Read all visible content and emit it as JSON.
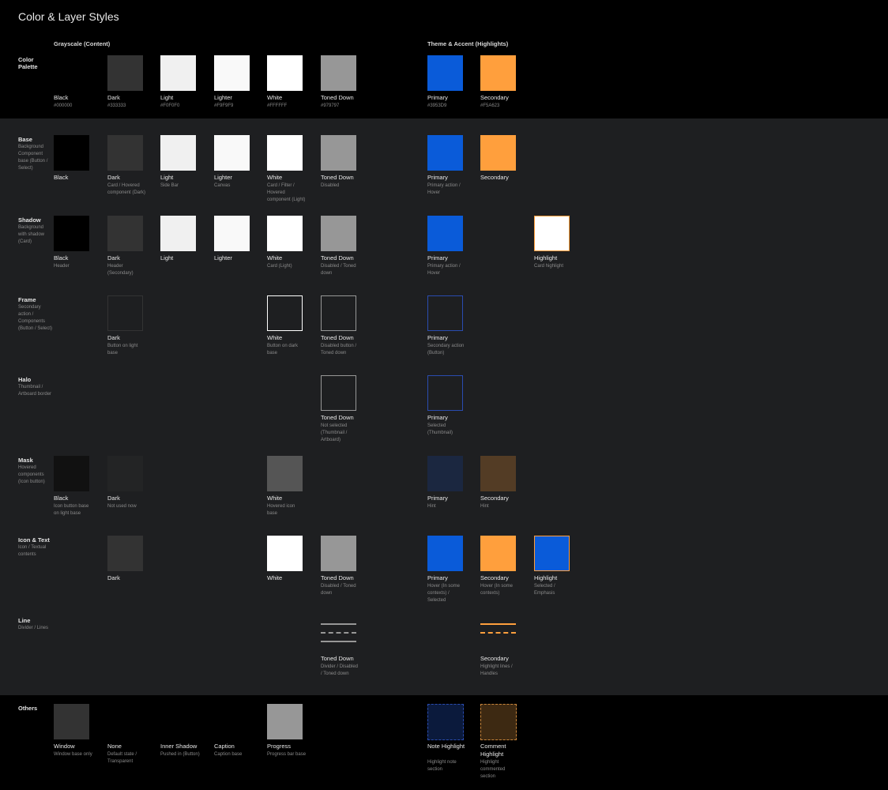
{
  "title": "Color & Layer Styles",
  "groups": {
    "grayscale": "Grayscale (Content)",
    "theme": "Theme & Accent (Highlights)"
  },
  "colors": {
    "page_bg": "#000000",
    "panel_bg": "#1E1F21",
    "black": "#000000",
    "dark": "#333333",
    "light": "#F0F0F0",
    "lighter": "#F9F9F9",
    "white": "#FFFFFF",
    "toned_down": "#979797",
    "primary": "#3953D9",
    "secondary": "#F5A623"
  },
  "rows": [
    {
      "key": "palette",
      "title": "Color Palette",
      "desc": "",
      "items": [
        {
          "col": 0,
          "label": "Black",
          "sub": "#000000",
          "fill": "#000000"
        },
        {
          "col": 1,
          "label": "Dark",
          "sub": "#333333",
          "fill": "#333333"
        },
        {
          "col": 2,
          "label": "Light",
          "sub": "#F0F0F0",
          "fill": "#F0F0F0"
        },
        {
          "col": 3,
          "label": "Lighter",
          "sub": "#F9F9F9",
          "fill": "#F9F9F9"
        },
        {
          "col": 4,
          "label": "White",
          "sub": "#FFFFFF",
          "fill": "#FFFFFF"
        },
        {
          "col": 5,
          "label": "Toned Down",
          "sub": "#979797",
          "fill": "#979797"
        },
        {
          "col": 7,
          "label": "Primary",
          "sub": "#3953D9",
          "fill": "#0A5BD9"
        },
        {
          "col": 8,
          "label": "Secondary",
          "sub": "#F5A623",
          "fill": "#FF9F3D"
        }
      ]
    },
    {
      "key": "base",
      "title": "Base",
      "desc": "Background Component base (Button / Select)",
      "items": [
        {
          "col": 0,
          "label": "Black",
          "sub": "",
          "fill": "#000000"
        },
        {
          "col": 1,
          "label": "Dark",
          "sub": "Card / Hovered component (Dark)",
          "fill": "#333333"
        },
        {
          "col": 2,
          "label": "Light",
          "sub": "Side Bar",
          "fill": "#F0F0F0"
        },
        {
          "col": 3,
          "label": "Lighter",
          "sub": "Canvas",
          "fill": "#F9F9F9"
        },
        {
          "col": 4,
          "label": "White",
          "sub": "Card / Filter / Hovered component (Light)",
          "fill": "#FFFFFF"
        },
        {
          "col": 5,
          "label": "Toned Down",
          "sub": "Disabled",
          "fill": "#979797"
        },
        {
          "col": 7,
          "label": "Primary",
          "sub": "Primary action / Hover",
          "fill": "#0A5BD9"
        },
        {
          "col": 8,
          "label": "Secondary",
          "sub": "",
          "fill": "#FF9F3D"
        }
      ]
    },
    {
      "key": "shadow",
      "title": "Shadow",
      "desc": "Background with shadow (Card)",
      "items": [
        {
          "col": 0,
          "label": "Black",
          "sub": "Header",
          "fill": "#000000"
        },
        {
          "col": 1,
          "label": "Dark",
          "sub": "Header (Secondary)",
          "fill": "#333333"
        },
        {
          "col": 2,
          "label": "Light",
          "sub": "",
          "fill": "#F0F0F0"
        },
        {
          "col": 3,
          "label": "Lighter",
          "sub": "",
          "fill": "#F9F9F9"
        },
        {
          "col": 4,
          "label": "White",
          "sub": "Card (Light)",
          "fill": "#FFFFFF"
        },
        {
          "col": 5,
          "label": "Toned Down",
          "sub": "Disabled / Toned down",
          "fill": "#979797"
        },
        {
          "col": 7,
          "label": "Primary",
          "sub": "Primary action / Hover",
          "fill": "#0A5BD9"
        },
        {
          "col": 9,
          "label": "Highlight",
          "sub": "Card highlight",
          "fill": "#FFFFFF",
          "border": "#FF9F3D"
        }
      ]
    },
    {
      "key": "frame",
      "title": "Frame",
      "desc": "Secondary action / Components (Button / Select)",
      "items": [
        {
          "col": 1,
          "label": "Dark",
          "sub": "Button on light base",
          "fill": "#1E1F21",
          "border": "#333333"
        },
        {
          "col": 4,
          "label": "White",
          "sub": "Button on dark base",
          "fill": "#1E1F21",
          "border": "#FFFFFF"
        },
        {
          "col": 5,
          "label": "Toned Down",
          "sub": "Disabled button / Toned down",
          "fill": "#1E1F21",
          "border": "#979797"
        },
        {
          "col": 7,
          "label": "Primary",
          "sub": "Secondary action (Button)",
          "fill": "#1E1F21",
          "border": "#2A4CB0"
        }
      ]
    },
    {
      "key": "halo",
      "title": "Halo",
      "desc": "Thumbnail / Artboard border",
      "items": [
        {
          "col": 5,
          "label": "Toned Down",
          "sub": "Not selected (Thumbnail / Artboard)",
          "fill": "#1E1F21",
          "border": "#979797"
        },
        {
          "col": 7,
          "label": "Primary",
          "sub": "Selected (Thumbnail)",
          "fill": "#1E1F21",
          "border": "#2A4CB0"
        }
      ]
    },
    {
      "key": "mask",
      "title": "Mask",
      "desc": "Hovered components (Icon button)",
      "items": [
        {
          "col": 0,
          "label": "Black",
          "sub": "Icon button base on light base",
          "fill": "#111111"
        },
        {
          "col": 1,
          "label": "Dark",
          "sub": "Not used now",
          "fill": "#232425"
        },
        {
          "col": 4,
          "label": "White",
          "sub": "Hovered icon base",
          "fill": "#555555"
        },
        {
          "col": 7,
          "label": "Primary",
          "sub": "Hint",
          "fill": "#1B2740"
        },
        {
          "col": 8,
          "label": "Secondary",
          "sub": "Hint",
          "fill": "#533C25"
        }
      ]
    },
    {
      "key": "icontext",
      "title": "Icon & Text",
      "desc": "Icon / Textual contents",
      "items": [
        {
          "col": 1,
          "label": "Dark",
          "sub": "",
          "fill": "#333333"
        },
        {
          "col": 4,
          "label": "White",
          "sub": "",
          "fill": "#FFFFFF"
        },
        {
          "col": 5,
          "label": "Toned Down",
          "sub": "Disabled / Toned down",
          "fill": "#979797"
        },
        {
          "col": 7,
          "label": "Primary",
          "sub": "Hover (In some contexts) / Selected",
          "fill": "#0A5BD9"
        },
        {
          "col": 8,
          "label": "Secondary",
          "sub": "Hover (In some contexts)",
          "fill": "#FF9F3D"
        },
        {
          "col": 9,
          "label": "Highlight",
          "sub": "Selected / Emphasis",
          "fill": "#0A5BD9",
          "border": "#FF9F3D"
        }
      ]
    },
    {
      "key": "line",
      "title": "Line",
      "desc": "Divider / Lines",
      "items": [
        {
          "col": 5,
          "label": "Toned Down",
          "sub": "Divider / Disabled / Toned down",
          "lines": "#979797"
        },
        {
          "col": 8,
          "label": "Secondary",
          "sub": "Highlight lines / Handles",
          "lines": "#FF9F3D"
        }
      ]
    },
    {
      "key": "others",
      "title": "Others",
      "desc": "",
      "items": [
        {
          "col": 0,
          "label": "Window",
          "sub": "Window base only",
          "fill": "#333333"
        },
        {
          "col": 1,
          "label": "None",
          "sub": "Default state / Transparent"
        },
        {
          "col": 2,
          "label": "Inner Shadow",
          "sub": "Pushed in (Button)"
        },
        {
          "col": 3,
          "label": "Caption",
          "sub": "Caption base"
        },
        {
          "col": 4,
          "label": "Progress",
          "sub": "Progress bar base",
          "fill": "#979797"
        },
        {
          "col": 7,
          "label": "Note Highlight",
          "sub": "Highlight note section",
          "fill": "#0B1A3C",
          "dashed": "#2A4CB0"
        },
        {
          "col": 8,
          "label": "Comment Highlight",
          "sub": "Highlight commented section",
          "fill": "#3D2912",
          "dashed": "#C9853A"
        }
      ]
    }
  ]
}
